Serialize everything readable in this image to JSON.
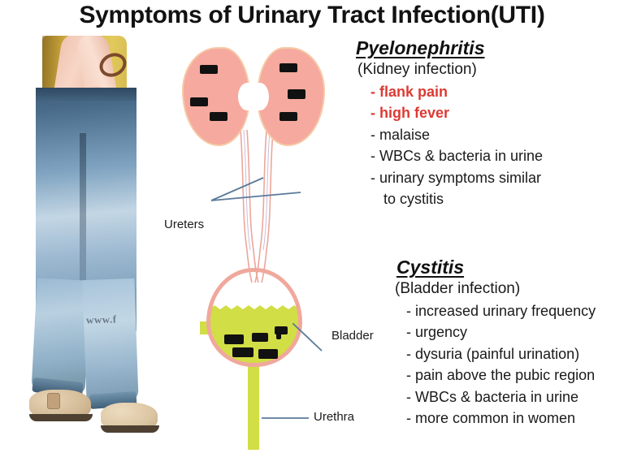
{
  "title": "Symptoms of Urinary Tract Infection(UTI)",
  "photo": {
    "watermark": "www.f",
    "alt_name": "woman-holding-abdomen-photo"
  },
  "diagram": {
    "labels": {
      "ureters": "Ureters",
      "bladder": "Bladder",
      "urethra": "Urethra"
    },
    "colors": {
      "kidney": "#f6a99e",
      "kidney_outline": "#f6c9a5",
      "bladder_outline": "#f0a89c",
      "urine": "#d2de45",
      "bacteria": "#111111",
      "leader_line": "#5a7a99"
    },
    "kidney_left_bacteria_count": 3,
    "kidney_right_bacteria_count": 3,
    "bladder_bacteria_count": 5
  },
  "pyelonephritis": {
    "heading": "Pyelonephritis",
    "subhead": "(Kidney infection)",
    "items": [
      {
        "text": "- flank pain",
        "alert": true
      },
      {
        "text": "- high fever",
        "alert": true
      },
      {
        "text": "- malaise",
        "alert": false
      },
      {
        "text": "- WBCs & bacteria in urine",
        "alert": false
      },
      {
        "text": "- urinary symptoms similar",
        "alert": false
      },
      {
        "text": "to cystitis",
        "alert": false,
        "continuation": true
      }
    ]
  },
  "cystitis": {
    "heading": "Cystitis",
    "subhead": "(Bladder infection)",
    "items": [
      {
        "text": "- increased urinary frequency"
      },
      {
        "text": "- urgency"
      },
      {
        "text": "- dysuria (painful urination)"
      },
      {
        "text": "- pain above the pubic region"
      },
      {
        "text": "- WBCs & bacteria in urine"
      },
      {
        "text": "- more common in women"
      }
    ]
  }
}
